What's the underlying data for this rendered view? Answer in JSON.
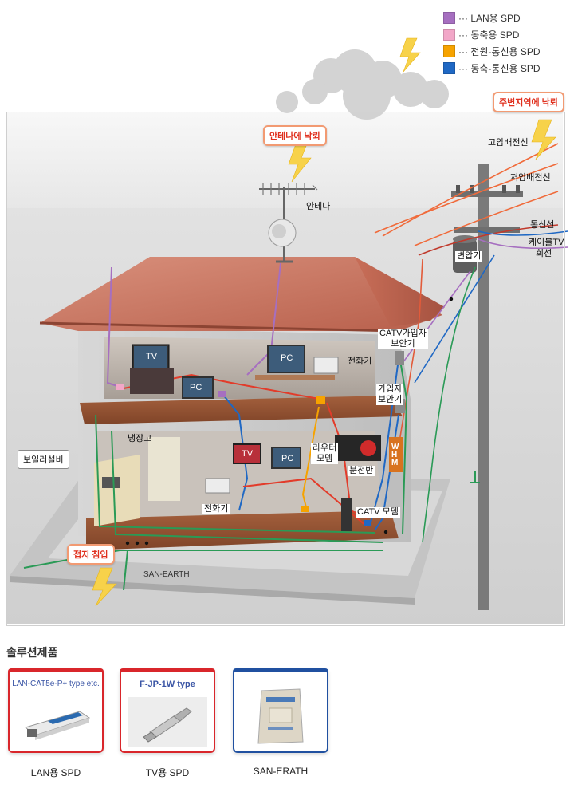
{
  "legend": [
    {
      "label": "··· LAN용 SPD",
      "color": "#a66fc0"
    },
    {
      "label": "··· 동축용 SPD",
      "color": "#f2a7c8"
    },
    {
      "label": "··· 전원-통신용 SPD",
      "color": "#f6a300"
    },
    {
      "label": "··· 동축-통신용 SPD",
      "color": "#1f68c4"
    }
  ],
  "callouts": {
    "antenna_strike": "안테나에 낙뢰",
    "nearby_strike": "주변지역에 낙뢰",
    "ground_intrusion": "접지 침입"
  },
  "labels": {
    "antenna": "안테나",
    "high_voltage_line": "고압배전선",
    "low_voltage_line": "저압배전선",
    "telecom_line": "통신선",
    "cable_tv_line_1": "케이블TV",
    "cable_tv_line_2": "회선",
    "transformer": "변압기",
    "catv_protector_1": "CATV가입자",
    "catv_protector_2": "보안기",
    "telephone_upper": "전화기",
    "subscriber_protector_1": "가입자",
    "subscriber_protector_2": "보안기",
    "refrigerator": "냉장고",
    "boiler": "보일러설비",
    "router_modem_1": "라우터",
    "router_modem_2": "모뎀",
    "distribution_panel": "분전반",
    "telephone_lower": "전화기",
    "catv_modem": "CATV 모뎀",
    "watt_hour_meter": "WHM",
    "san_earth": "SAN-EARTH",
    "tv_upper": "TV",
    "pc_upper_1": "PC",
    "pc_upper_2": "PC",
    "tv_lower": "TV",
    "pc_lower": "PC"
  },
  "solutions": {
    "title": "솔루션제품",
    "products": [
      {
        "header": "LAN-CAT5e-P+ type etc.",
        "caption": "LAN용 SPD",
        "accent": "#d9262b"
      },
      {
        "header": "F-JP-1W type",
        "caption": "TV용 SPD",
        "accent": "#d9262b"
      },
      {
        "header": "",
        "caption": "SAN-ERATH",
        "accent": "#2050a0"
      }
    ]
  }
}
